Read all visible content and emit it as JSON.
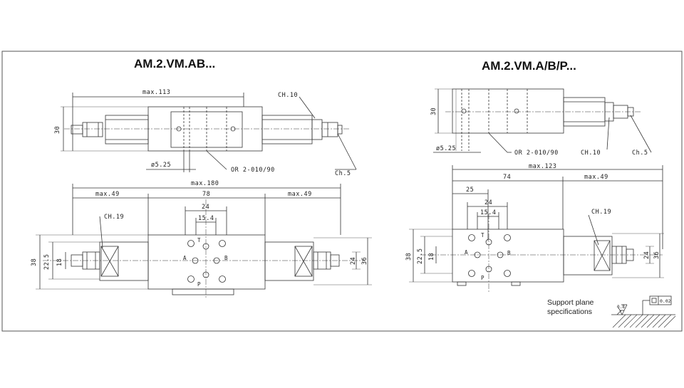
{
  "drawing": {
    "left_title": "AM.2.VM.AB...",
    "right_title": "AM.2.VM.A/B/P...",
    "left_top": {
      "dim_max_length": "max.113",
      "height": "30",
      "hex_label": "CH.10",
      "small_hex_label": "Ch.5",
      "hole_dia": "ø5.25",
      "oring": "OR 2-010/90"
    },
    "left_bottom": {
      "dim_total": "max.180",
      "dim_left": "max.49",
      "dim_body": "78",
      "dim_right": "max.49",
      "dim_24": "24",
      "dim_15_4": "15.4",
      "hex_label": "CH.19",
      "port_t": "T",
      "port_a": "A",
      "port_b": "B",
      "port_p": "P",
      "v38": "38",
      "v22_5": "22.5",
      "v18": "18",
      "v24": "24",
      "v36": "36"
    },
    "right_top": {
      "height": "30",
      "hole_dia": "ø5.25",
      "oring": "OR 2-010/90",
      "hex_label": "CH.10",
      "small_hex_label": "Ch.5"
    },
    "right_bottom": {
      "dim_total": "max.123",
      "dim_74": "74",
      "dim_right": "max.49",
      "dim_25": "25",
      "dim_24": "24",
      "dim_15_4": "15.4",
      "hex_label": "CH.19",
      "port_t": "T",
      "port_a": "A",
      "port_b": "B",
      "port_p": "P",
      "v38": "38",
      "v22_5": "22.5",
      "v18": "18",
      "v24": "24",
      "v36": "36"
    },
    "support": {
      "text_line1": "Support plane",
      "text_line2": "specifications",
      "roughness": "0.8",
      "flatness": "0.02"
    }
  }
}
